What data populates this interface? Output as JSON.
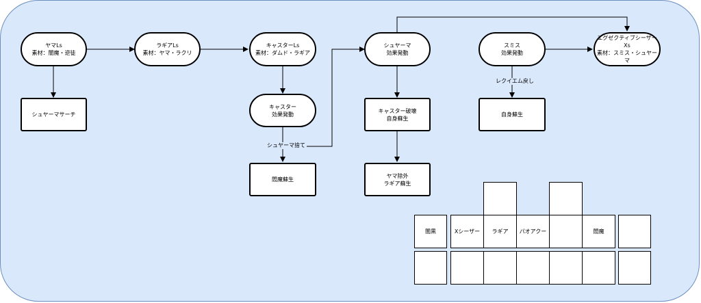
{
  "nodes": {
    "yama": {
      "line1": "ヤマLs",
      "line2": "素材：闇魔・逆徒"
    },
    "ragia": {
      "line1": "ラギアLs",
      "line2": "素材：ヤマ・ラクリ"
    },
    "caster": {
      "line1": "キャスターLs",
      "line2": "素材：ダムド・ラギア"
    },
    "shuyama": {
      "line1": "シュヤーマ",
      "line2": "効果発動"
    },
    "smis": {
      "line1": "スミス",
      "line2": "効果発動"
    },
    "exceed": {
      "line1": "エグゼクティブシーザーXs",
      "line2": "素材：スミス・シュヤーマ"
    },
    "shuyama_search": {
      "line1": "シュヤーマサーチ"
    },
    "caster_effect": {
      "line1": "キャスター",
      "line2": "効果発動"
    },
    "caster_destroy": {
      "line1": "キャスター破壊",
      "line2": "自身蘇生"
    },
    "self_revive": {
      "line1": "自身蘇生"
    },
    "enma_revive": {
      "line1": "閻魔蘇生"
    },
    "yama_remove": {
      "line1": "ヤマ除外",
      "line2": "ラギア蘇生"
    }
  },
  "edge_labels": {
    "discard": "シュヤーマ捨て",
    "requiem": "レクイエム戻し"
  },
  "board": {
    "main_row": [
      "闇黒",
      "Xシーザー",
      "ラギア",
      "パオアクー",
      "",
      "閻魔"
    ]
  }
}
